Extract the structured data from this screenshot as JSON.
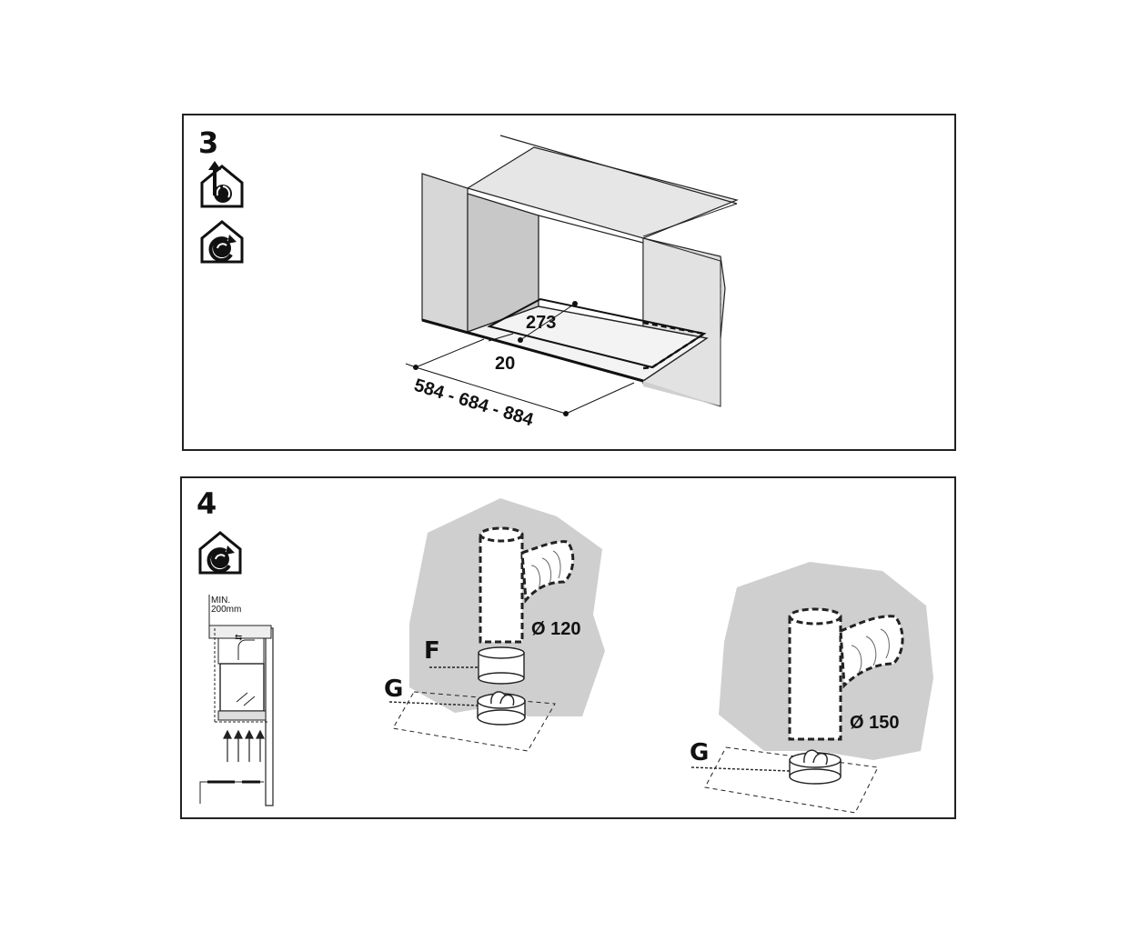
{
  "panels": [
    {
      "step": "3",
      "icons": [
        "house-extraction-icon",
        "house-recirculation-icon"
      ],
      "dimensions": {
        "depth": "273",
        "offset": "20",
        "width": "584 - 684 - 884"
      }
    },
    {
      "step": "4",
      "icons": [
        "house-recirculation-icon"
      ],
      "side_view": {
        "note_line1": "MIN.",
        "note_line2": "200mm"
      },
      "assemblies": [
        {
          "parts": [
            "F",
            "G"
          ],
          "diameter": "Ø 120"
        },
        {
          "parts": [
            "G"
          ],
          "diameter": "Ø 150"
        }
      ]
    }
  ]
}
